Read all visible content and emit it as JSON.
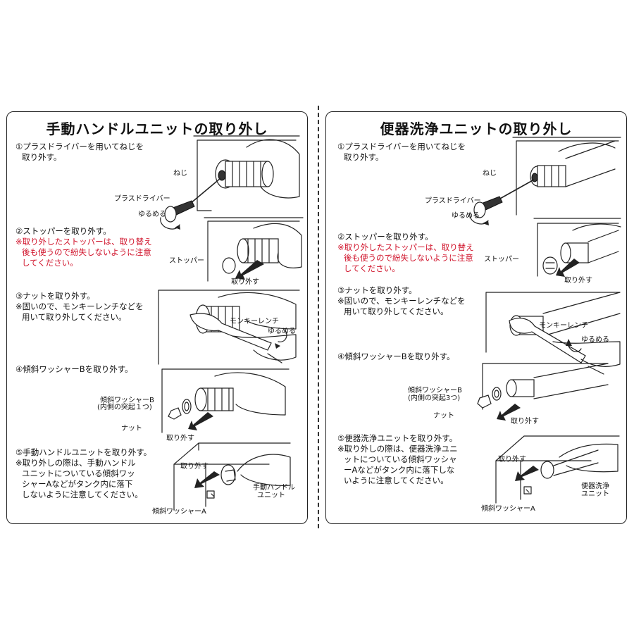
{
  "left": {
    "title": "手動ハンドルユニットの取り外し",
    "steps": [
      {
        "head": "①プラスドライバーを用いてねじを",
        "line2": "取り外す。"
      },
      {
        "head": "②ストッパーを取り外す。",
        "red1": "※取り外したストッパーは、取り替え",
        "red2": "後も使うので紛失しないように注意",
        "red3": "してください。"
      },
      {
        "head": "③ナットを取り外す。",
        "note1": "※固いので、モンキーレンチなどを",
        "note2": "用いて取り外してください。"
      },
      {
        "head": "④傾斜ワッシャーBを取り外す。"
      },
      {
        "head": "⑤手動ハンドルユニットを取り外す。",
        "note1": "※取り外しの際は、手動ハンドル",
        "note2": "ユニットについている傾斜ワッ",
        "note3": "シャーAなどがタンク内に落下",
        "note4": "しないように注意してください。"
      }
    ],
    "labels": {
      "screw": "ねじ",
      "driver": "プラスドライバー",
      "loosen1": "ゆるめる",
      "stopper": "ストッパー",
      "remove2": "取り外す",
      "wrench": "モンキーレンチ",
      "loosen3": "ゆるめる",
      "washer_b": "傾斜ワッシャーB",
      "washer_b_note": "(内側の突起１つ)",
      "nut": "ナット",
      "remove4": "取り外す",
      "remove5": "取り外す",
      "unit1": "手動ハンドル",
      "unit2": "ユニット",
      "washer_a": "傾斜ワッシャーA"
    }
  },
  "right": {
    "title": "便器洗浄ユニットの取り外し",
    "steps": [
      {
        "head": "①プラスドライバーを用いてねじを",
        "line2": "取り外す。"
      },
      {
        "head": "②ストッパーを取り外す。",
        "red1": "※取り外したストッパーは、取り替え",
        "red2": "後も使うので紛失しないように注意",
        "red3": "してください。"
      },
      {
        "head": "③ナットを取り外す。",
        "note1": "※固いので、モンキーレンチなどを",
        "note2": "用いて取り外してください。"
      },
      {
        "head": "④傾斜ワッシャーBを取り外す。"
      },
      {
        "head": "⑤便器洗浄ユニットを取り外す。",
        "note1": "※取り外しの際は、便器洗浄ユニ",
        "note2": "ットについている傾斜ワッシャ",
        "note3": "ーAなどがタンク内に落下しな",
        "note4": "いように注意してください。"
      }
    ],
    "labels": {
      "screw": "ねじ",
      "driver": "プラスドライバー",
      "loosen1": "ゆるめる",
      "stopper": "ストッパー",
      "remove2": "取り外す",
      "wrench": "モンキーレンチ",
      "loosen3": "ゆるめる",
      "washer_b": "傾斜ワッシャーB",
      "washer_b_note": "(内側の突起3つ)",
      "nut": "ナット",
      "remove4": "取り外す",
      "remove5": "取り外す",
      "unit1": "便器洗浄",
      "unit2": "ユニット",
      "washer_a": "傾斜ワッシャーA"
    }
  }
}
